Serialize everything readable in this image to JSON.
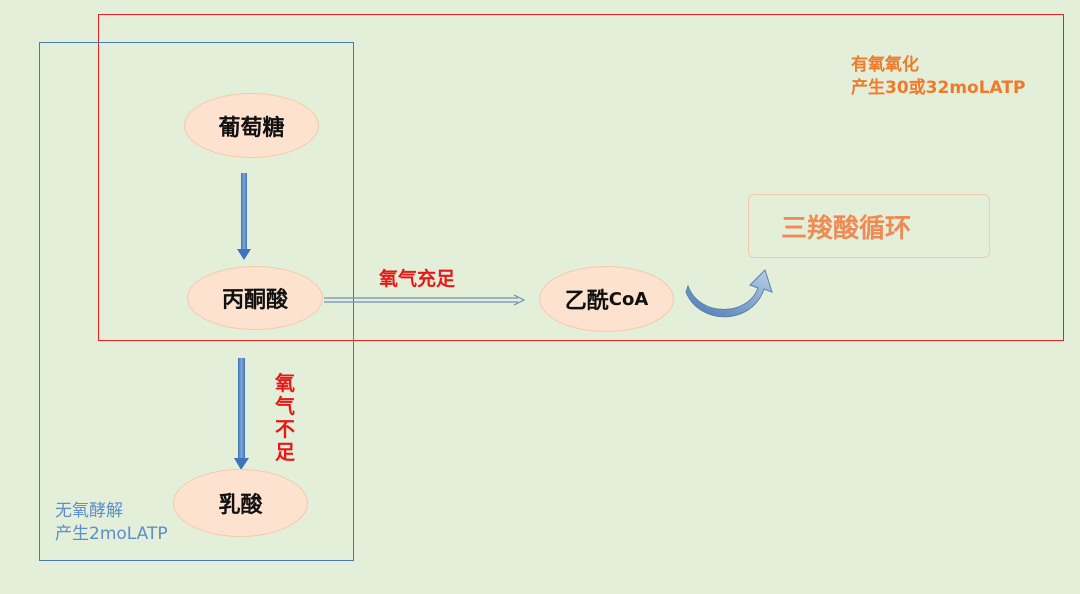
{
  "nodes": {
    "glucose": "葡萄糖",
    "pyruvate": "丙酮酸",
    "acetyl_main": "乙酰",
    "acetyl_suffix": "CoA",
    "lactate": "乳酸",
    "tca": "三羧酸循环"
  },
  "labels": {
    "aerobic_title": "有氧氧化",
    "aerobic_yield": "产生30或32moLATP",
    "anaerobic_title": "无氧酵解",
    "anaerobic_yield": "产生2moLATP",
    "oxygen_sufficient": "氧气充足",
    "oxygen_insufficient": "氧气不足"
  },
  "colors": {
    "aerobic_region": "#e82020",
    "anaerobic_region": "#4a79b5",
    "node_fill": "#fde2cf",
    "tca_text": "#f08a55"
  }
}
